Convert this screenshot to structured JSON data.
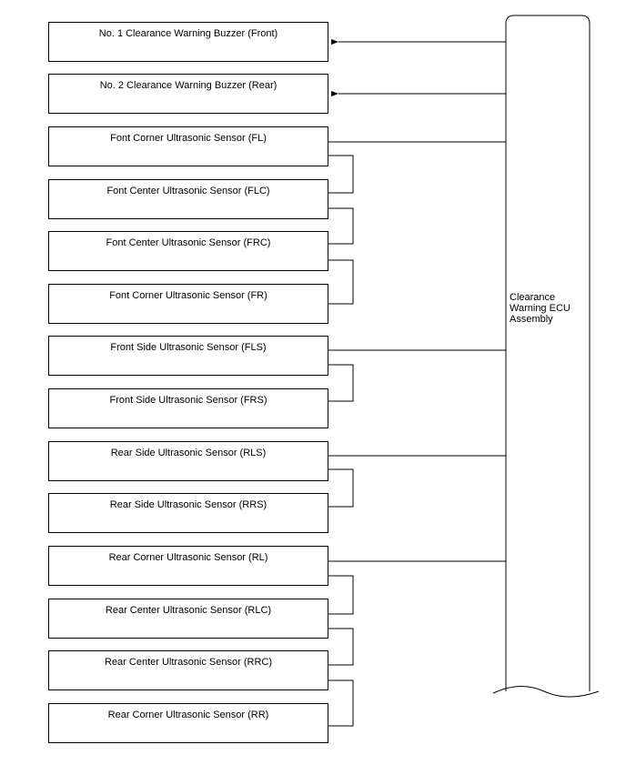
{
  "components": [
    "No. 1 Clearance Warning Buzzer (Front)",
    "No. 2 Clearance Warning Buzzer (Rear)",
    "Font Corner Ultrasonic Sensor (FL)",
    "Font Center Ultrasonic Sensor (FLC)",
    "Font Center Ultrasonic Sensor (FRC)",
    "Font Corner Ultrasonic Sensor (FR)",
    "Front Side Ultrasonic Sensor (FLS)",
    "Front Side Ultrasonic Sensor (FRS)",
    "Rear Side Ultrasonic Sensor (RLS)",
    "Rear Side Ultrasonic Sensor (RRS)",
    "Rear Corner Ultrasonic Sensor (RL)",
    "Rear Center Ultrasonic Sensor (RLC)",
    "Rear Center Ultrasonic Sensor (RRC)",
    "Rear Corner Ultrasonic Sensor (RR)"
  ],
  "ecu": {
    "label_lines": [
      "Clearance",
      "Warning ECU",
      "Assembly"
    ]
  },
  "line_color": "#000000"
}
